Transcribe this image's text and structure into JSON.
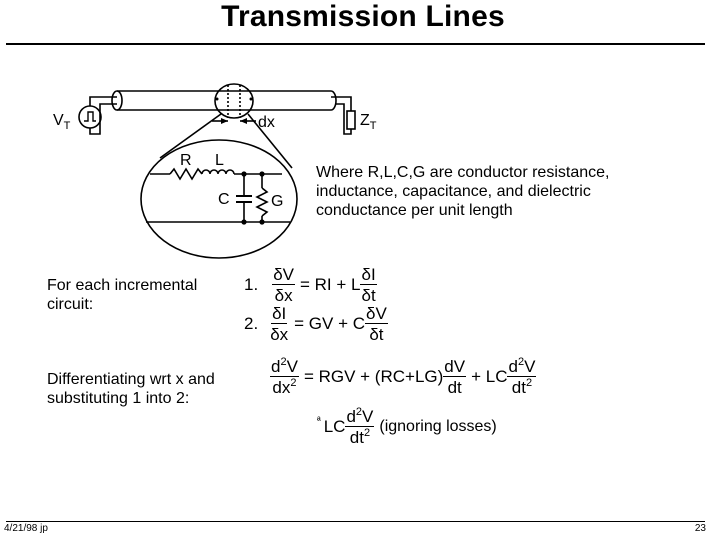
{
  "title": "Transmission Lines",
  "diagram": {
    "source_label": "V",
    "source_sub": "T",
    "load_label": "Z",
    "load_sub": "T",
    "dx_label": "dx",
    "r_label": "R",
    "l_label": "L",
    "c_label": "C",
    "g_label": "G"
  },
  "description": [
    "Where R,L,C,G are conductor resistance,",
    "inductance, capacitance, and dielectric",
    "conductance per unit length"
  ],
  "incremental": {
    "lines": [
      "For each incremental",
      "circuit:"
    ],
    "eq1": {
      "index": "1.",
      "lhs_num": "δV",
      "lhs_den": "δx",
      "mid": "= RI + L",
      "rhs_num": "δI",
      "rhs_den": "δt"
    },
    "eq2": {
      "index": "2.",
      "lhs_num": "δI",
      "lhs_den": "δx",
      "mid": "= GV + C",
      "rhs_num": "δV",
      "rhs_den": "δt"
    }
  },
  "differentiating": {
    "lines": [
      "Differentiating wrt x and",
      "substituting 1 into 2:"
    ],
    "eq3": {
      "lhs_num": "d",
      "lhs_num_sup": "2",
      "lhs_num_var": "V",
      "lhs_den": "dx",
      "lhs_den_sup": "2",
      "mid": "= RGV + (RC+LG)",
      "f2_num": "dV",
      "f2_den": "dt",
      "plus": "+ LC",
      "f3_num": "d",
      "f3_num_sup": "2",
      "f3_num_var": "V",
      "f3_den": "dt",
      "f3_den_sup": "2"
    },
    "eq4": {
      "approx": "ª",
      "coef": "LC",
      "num": "d",
      "num_sup": "2",
      "num_var": "V",
      "den": "dt",
      "den_sup": "2",
      "note": "(ignoring losses)"
    }
  },
  "footer": {
    "left": "4/21/98  jp",
    "right": "23"
  }
}
